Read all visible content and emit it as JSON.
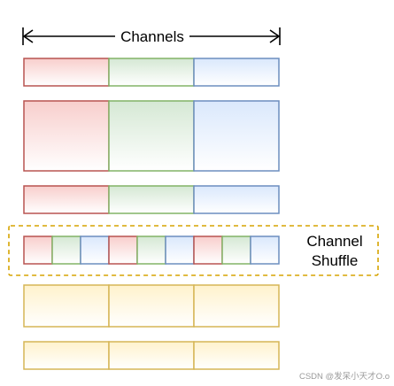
{
  "diagram": {
    "header_label": "Channels",
    "shuffle_label_line1": "Channel",
    "shuffle_label_line2": "Shuffle",
    "watermark": "CSDN @发呆小天才O.o",
    "colors": {
      "red_fill": "#f8cecc",
      "red_stroke": "#b85450",
      "green_fill": "#d5e8d4",
      "green_stroke": "#82b366",
      "blue_fill": "#dae8fc",
      "blue_stroke": "#6c8ebf",
      "yellow_fill": "#fff2cc",
      "yellow_stroke": "#d6b656",
      "dashed_box_stroke": "#d6a400",
      "text": "#000000",
      "watermark_text": "#9a9a9a"
    }
  }
}
